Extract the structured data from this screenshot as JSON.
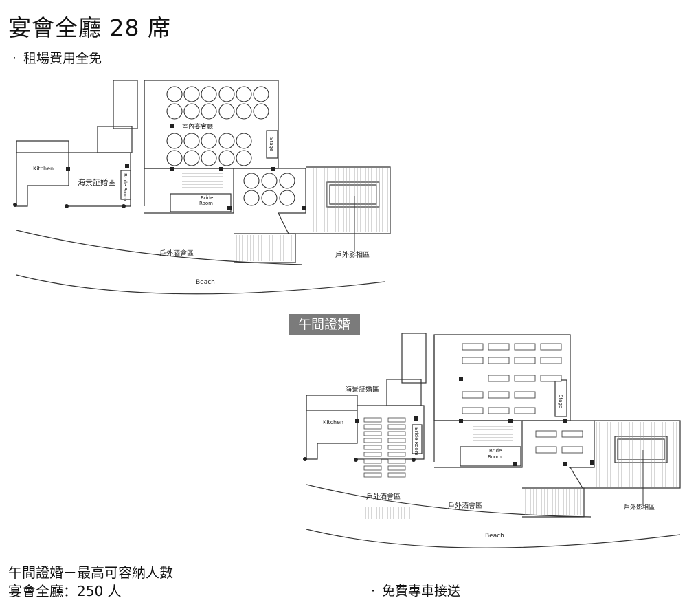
{
  "header": {
    "title": "宴會全廳 28 席"
  },
  "bullets": {
    "rent_free": "租場費用全免",
    "shuttle": "免費專車接送",
    "bullet_glyph": "·"
  },
  "badge": {
    "label": "午間證婚"
  },
  "captions": {
    "line1": "午間證婚－最高可容納人數",
    "line2": "宴會全廳：250 人"
  },
  "plan_top": {
    "kitchen": "Kitchen",
    "seaview_area": "海景証婚區",
    "bride_room_v": "Bride Room",
    "banquet_hall": "室內宴會廳",
    "stage": "Stage",
    "bride_room": "Bride",
    "bride_room2": "Room",
    "outdoor_bar": "戶外酒會區",
    "outdoor_photo": "戶外影相區",
    "beach": "Beach"
  },
  "plan_bottom": {
    "kitchen": "Kitchen",
    "seaview_area": "海景証婚區",
    "bride_room_v": "Bride Room",
    "stage": "Stage",
    "bride_room": "Bride",
    "bride_room2": "Room",
    "outdoor_bar_left": "戶外酒會區",
    "outdoor_bar_right": "戶外酒會區",
    "outdoor_photo": "戶外影相區",
    "beach": "Beach"
  },
  "colors": {
    "line": "#333333",
    "badge_bg": "#7b7b7b",
    "hatch": "#9a9a9a"
  }
}
